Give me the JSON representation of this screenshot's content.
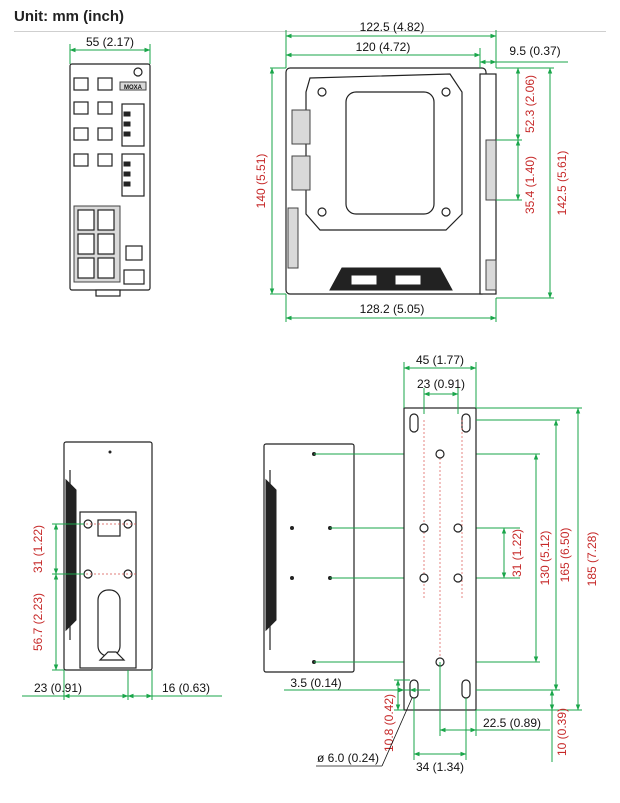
{
  "header": {
    "unit_label": "Unit: mm (inch)"
  },
  "dimensions": {
    "front_width": "55 (2.17)",
    "side_depth_overall": "122.5 (4.82)",
    "side_depth": "120 (4.72)",
    "side_rail_offset": "9.5 (0.37)",
    "side_top_offset": "52.3 (2.06)",
    "side_rail_height": "35.4 (1.40)",
    "side_height": "140 (5.51)",
    "side_height_overall": "142.5 (5.61)",
    "side_bottom_depth": "128.2 (5.05)",
    "rear_din_height": "31 (1.22)",
    "rear_din_offset": "56.7 (2.23)",
    "rear_left_offset": "23 (0.91)",
    "rear_right_offset": "16 (0.63)",
    "wall_plate_width": "45 (1.77)",
    "wall_hole_pitch": "23 (0.91)",
    "wall_inner_31": "31 (1.22)",
    "wall_130": "130 (5.12)",
    "wall_165": "165 (6.50)",
    "wall_185": "185 (7.28)",
    "wall_3_5": "3.5 (0.14)",
    "wall_10_8": "10.8 (0.42)",
    "wall_22_5": "22.5 (0.89)",
    "wall_10": "10 (0.39)",
    "wall_hole_dia": "ø 6.0 (0.24)",
    "wall_34": "34 (1.34)"
  },
  "brand": {
    "logo_text": "MOXA"
  }
}
